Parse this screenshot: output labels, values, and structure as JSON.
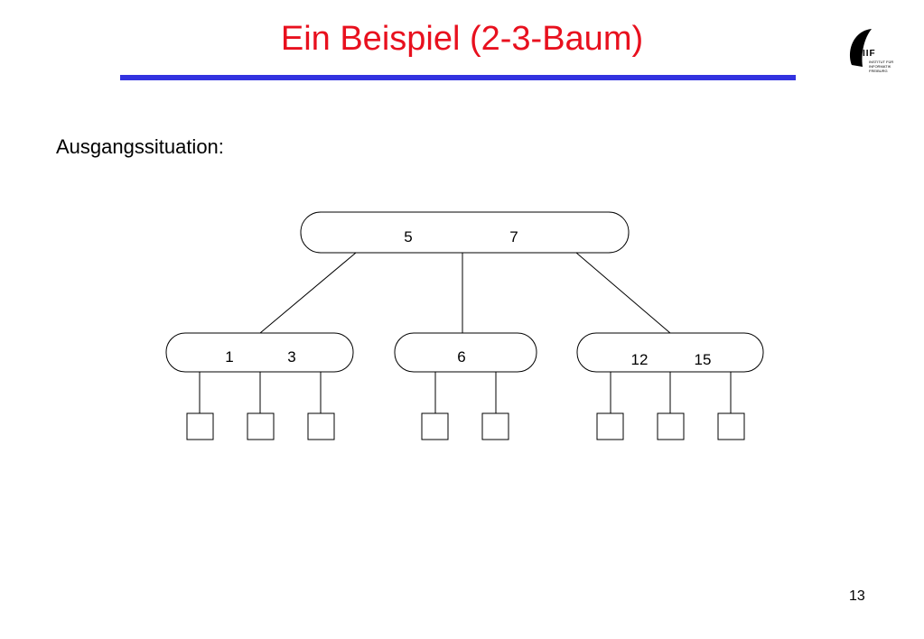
{
  "slide": {
    "title": "Ein Beispiel (2-3-Baum)",
    "subtitle": "Ausgangssituation:",
    "page_number": "13",
    "title_color": "#e8101e",
    "rule_color": "#3232e0"
  },
  "logo": {
    "name": "IIF",
    "subtitle_lines": [
      "INSTITUT FÜR",
      "INFORMATIK",
      "FREIBURG"
    ]
  },
  "tree": {
    "root": {
      "keys": [
        "5",
        "7"
      ]
    },
    "children": [
      {
        "keys": [
          "1",
          "3"
        ],
        "leaves": 3
      },
      {
        "keys": [
          "6"
        ],
        "leaves": 2
      },
      {
        "keys": [
          "12",
          "15"
        ],
        "leaves": 3
      }
    ]
  }
}
